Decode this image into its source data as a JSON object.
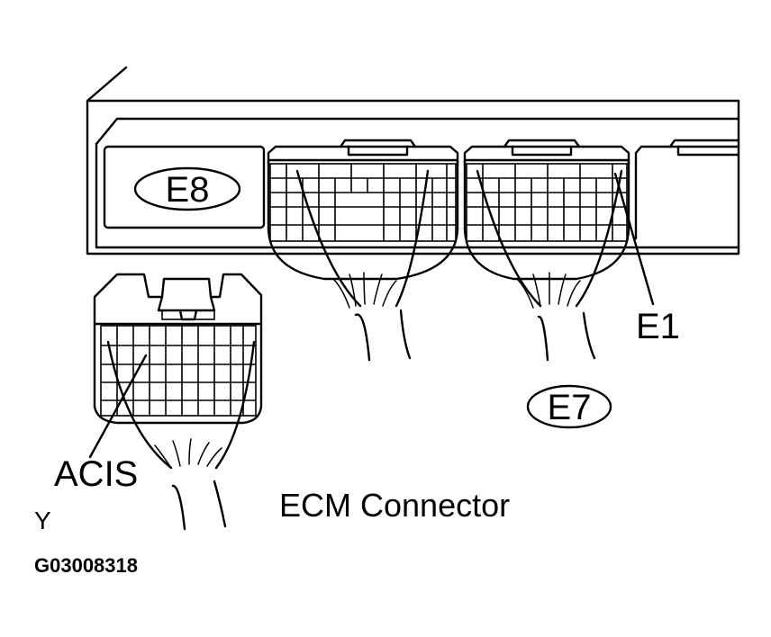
{
  "labels": {
    "e8": "E8",
    "e7": "E7",
    "e1": "E1",
    "acis": "ACIS",
    "title": "ECM Connector",
    "y": "Y",
    "figure_id": "G03008318"
  }
}
